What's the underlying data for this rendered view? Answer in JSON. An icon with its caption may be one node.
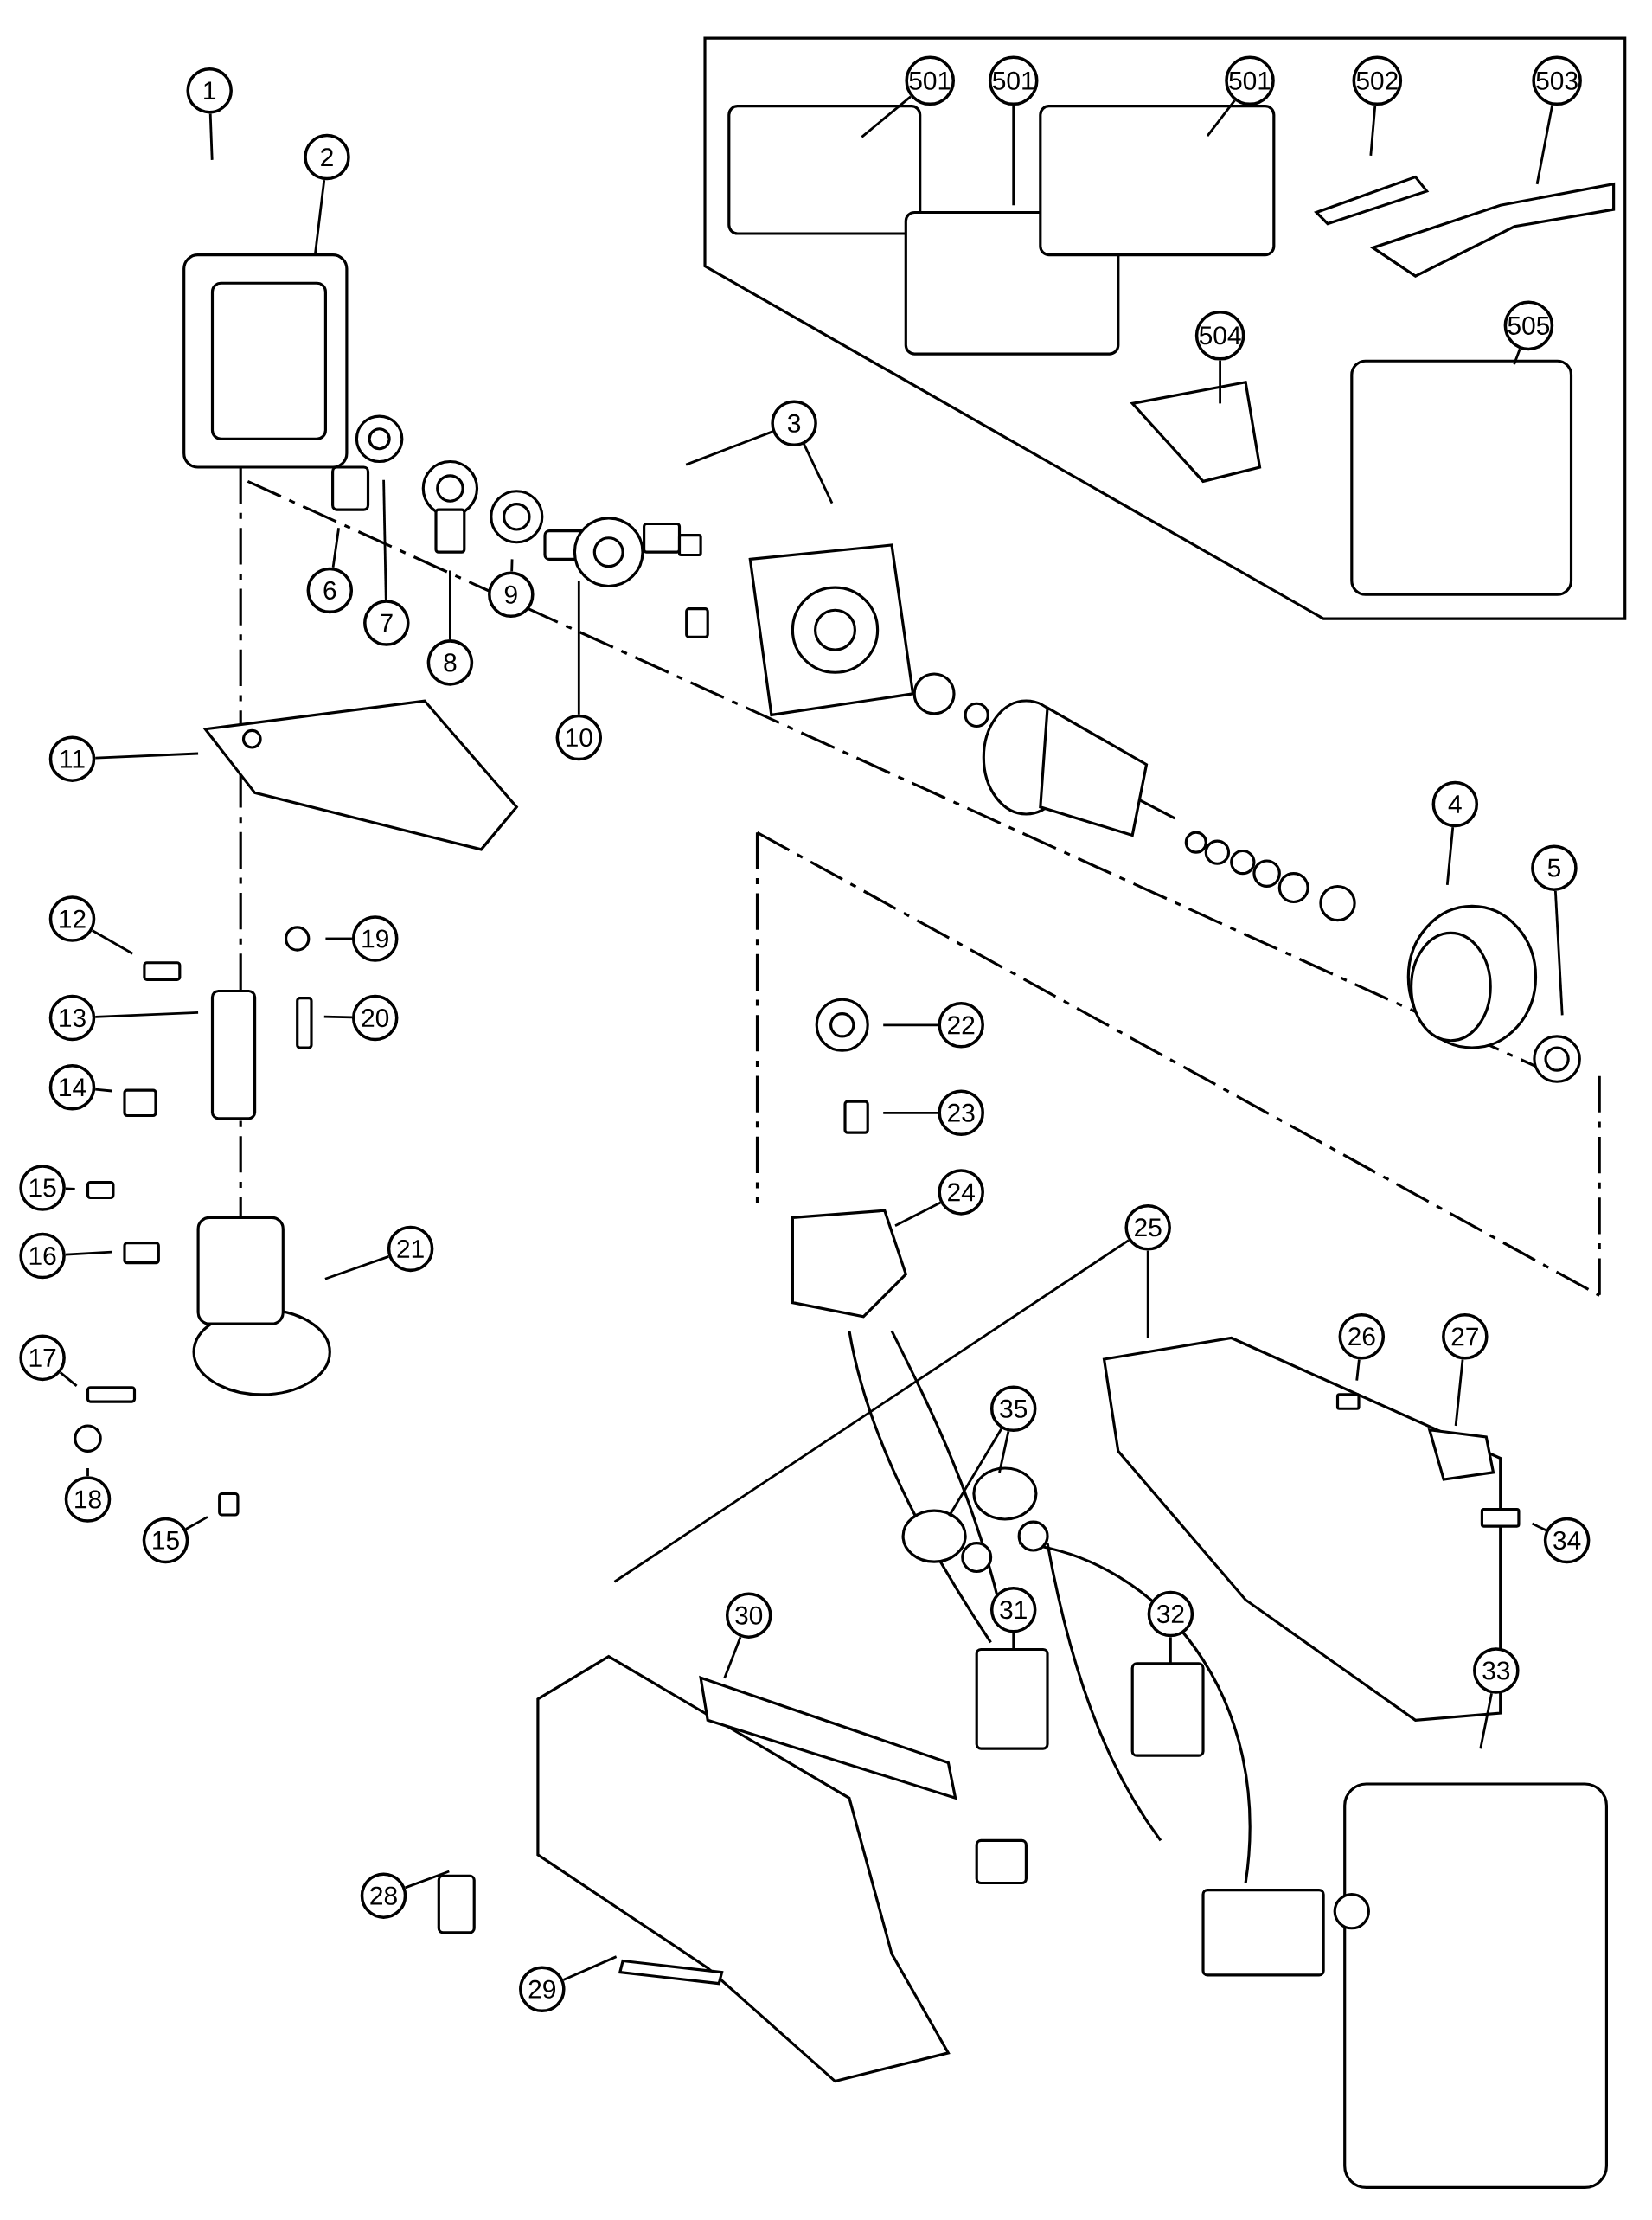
{
  "diagram": {
    "nodes": [
      {
        "text": [
          "1"
        ]
      },
      {
        "text": [
          "2"
        ]
      },
      {
        "text": [
          "3"
        ]
      },
      {
        "text": [
          "4"
        ]
      },
      {
        "text": [
          "5"
        ]
      },
      {
        "text": [
          "6"
        ]
      },
      {
        "text": [
          "7"
        ]
      },
      {
        "text": [
          "8"
        ]
      },
      {
        "text": [
          "9"
        ]
      },
      {
        "text": [
          "10"
        ]
      },
      {
        "text": [
          "11"
        ]
      },
      {
        "text": [
          "12"
        ]
      },
      {
        "text": [
          "13"
        ]
      },
      {
        "text": [
          "14"
        ]
      },
      {
        "text": [
          "15"
        ]
      },
      {
        "text": [
          "16"
        ]
      },
      {
        "text": [
          "17"
        ]
      },
      {
        "text": [
          "18"
        ]
      },
      {
        "text": [
          "15"
        ]
      },
      {
        "text": [
          "19"
        ]
      },
      {
        "text": [
          "20"
        ]
      },
      {
        "text": [
          "21"
        ]
      },
      {
        "text": [
          "22"
        ]
      },
      {
        "text": [
          "23"
        ]
      },
      {
        "text": [
          "24"
        ]
      },
      {
        "text": [
          "25"
        ]
      },
      {
        "text": [
          "26"
        ]
      },
      {
        "text": [
          "27"
        ]
      },
      {
        "text": [
          "28"
        ]
      },
      {
        "text": [
          "29"
        ]
      },
      {
        "text": [
          "30"
        ]
      },
      {
        "text": [
          "31"
        ]
      },
      {
        "text": [
          "32"
        ]
      },
      {
        "text": [
          "33"
        ]
      },
      {
        "text": [
          "34"
        ]
      },
      {
        "text": [
          "35"
        ]
      },
      {
        "text": [
          "501"
        ]
      },
      {
        "text": [
          "501"
        ]
      },
      {
        "text": [
          "501"
        ]
      },
      {
        "text": [
          "502"
        ]
      },
      {
        "text": [
          "503"
        ]
      },
      {
        "text": [
          "504"
        ]
      },
      {
        "text": [
          "505"
        ]
      }
    ],
    "edges": [
      {
        "from": 0,
        "to": null,
        "arrow": "none"
      },
      {
        "from": 1,
        "to": null,
        "arrow": "none"
      },
      {
        "from": 2,
        "to": null,
        "arrow": "none"
      },
      {
        "from": 2,
        "to": null,
        "arrow": "none"
      },
      {
        "from": 3,
        "to": null,
        "arrow": "none"
      },
      {
        "from": 4,
        "to": null,
        "arrow": "none"
      },
      {
        "from": 5,
        "to": null,
        "arrow": "none"
      },
      {
        "from": 6,
        "to": null,
        "arrow": "none"
      },
      {
        "from": 7,
        "to": null,
        "arrow": "none"
      },
      {
        "from": 8,
        "to": null,
        "arrow": "none"
      },
      {
        "from": 9,
        "to": null,
        "arrow": "none"
      },
      {
        "from": 10,
        "to": null,
        "arrow": "none"
      },
      {
        "from": 11,
        "to": null,
        "arrow": "none"
      },
      {
        "from": 12,
        "to": null,
        "arrow": "none"
      },
      {
        "from": 13,
        "to": null,
        "arrow": "none"
      },
      {
        "from": 14,
        "to": null,
        "arrow": "none"
      },
      {
        "from": 15,
        "to": null,
        "arrow": "none"
      },
      {
        "from": 16,
        "to": null,
        "arrow": "none"
      },
      {
        "from": 17,
        "to": null,
        "arrow": "none"
      },
      {
        "from": 18,
        "to": null,
        "arrow": "none"
      },
      {
        "from": 19,
        "to": null,
        "arrow": "none"
      },
      {
        "from": 20,
        "to": null,
        "arrow": "none"
      },
      {
        "from": 21,
        "to": null,
        "arrow": "none"
      },
      {
        "from": 22,
        "to": null,
        "arrow": "none"
      },
      {
        "from": 23,
        "to": null,
        "arrow": "none"
      },
      {
        "from": 24,
        "to": null,
        "arrow": "none"
      },
      {
        "from": 25,
        "to": null,
        "arrow": "none"
      },
      {
        "from": 25,
        "to": null,
        "arrow": "none"
      },
      {
        "from": 26,
        "to": null,
        "arrow": "none"
      },
      {
        "from": 27,
        "to": null,
        "arrow": "none"
      },
      {
        "from": 28,
        "to": null,
        "arrow": "none"
      },
      {
        "from": 29,
        "to": null,
        "arrow": "none"
      },
      {
        "from": 30,
        "to": null,
        "arrow": "none"
      },
      {
        "from": 31,
        "to": null,
        "arrow": "none"
      },
      {
        "from": 32,
        "to": null,
        "arrow": "none"
      },
      {
        "from": 33,
        "to": null,
        "arrow": "none"
      },
      {
        "from": 34,
        "to": null,
        "arrow": "none"
      },
      {
        "from": 35,
        "to": null,
        "arrow": "none"
      },
      {
        "from": 35,
        "to": null,
        "arrow": "none"
      },
      {
        "from": 36,
        "to": null,
        "arrow": "none"
      },
      {
        "from": 37,
        "to": null,
        "arrow": "none"
      },
      {
        "from": 38,
        "to": null,
        "arrow": "none"
      },
      {
        "from": 39,
        "to": null,
        "arrow": "none"
      },
      {
        "from": 40,
        "to": null,
        "arrow": "none"
      },
      {
        "from": 41,
        "to": null,
        "arrow": "none"
      },
      {
        "from": 42,
        "to": null,
        "arrow": "none"
      }
    ]
  }
}
